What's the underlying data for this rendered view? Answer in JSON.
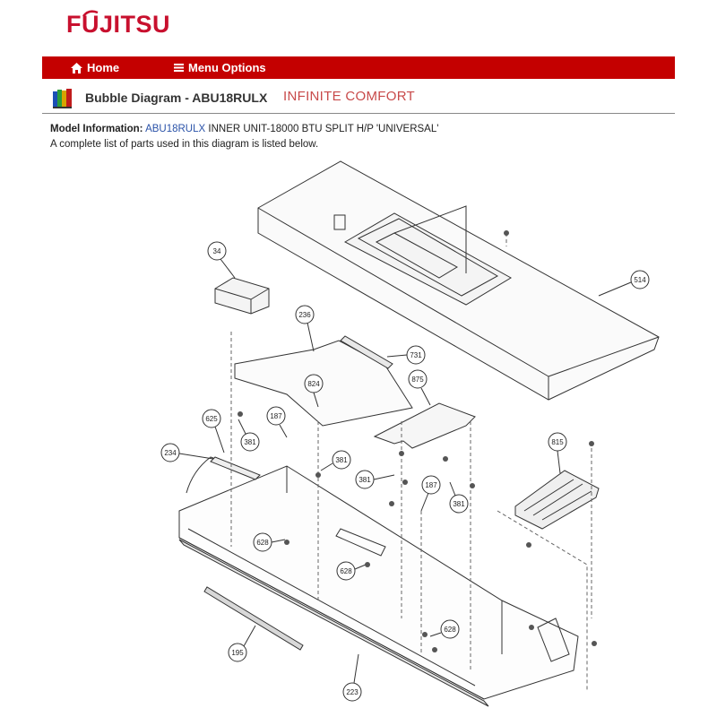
{
  "brand": {
    "name": "FUJITSU",
    "color": "#c8102e"
  },
  "nav": {
    "home_label": "Home",
    "menu_label": "Menu Options",
    "home_icon": "home-icon",
    "menu_icon": "hamburger-icon",
    "bar_color": "#c40000"
  },
  "page": {
    "title": "Bubble Diagram - ABU18RULX",
    "subtitle": "INFINITE COMFORT"
  },
  "model": {
    "label": "Model Information:",
    "model_link": "ABU18RULX",
    "description": "INNER UNIT-18000 BTU SPLIT H/P 'UNIVERSAL'",
    "note": "A complete list of parts used in this diagram is listed below."
  },
  "diagram": {
    "bubbles": [
      "34",
      "236",
      "731",
      "514",
      "824",
      "875",
      "625",
      "187",
      "381",
      "234",
      "381",
      "381",
      "187",
      "381",
      "815",
      "628",
      "628",
      "628",
      "195",
      "223"
    ]
  }
}
